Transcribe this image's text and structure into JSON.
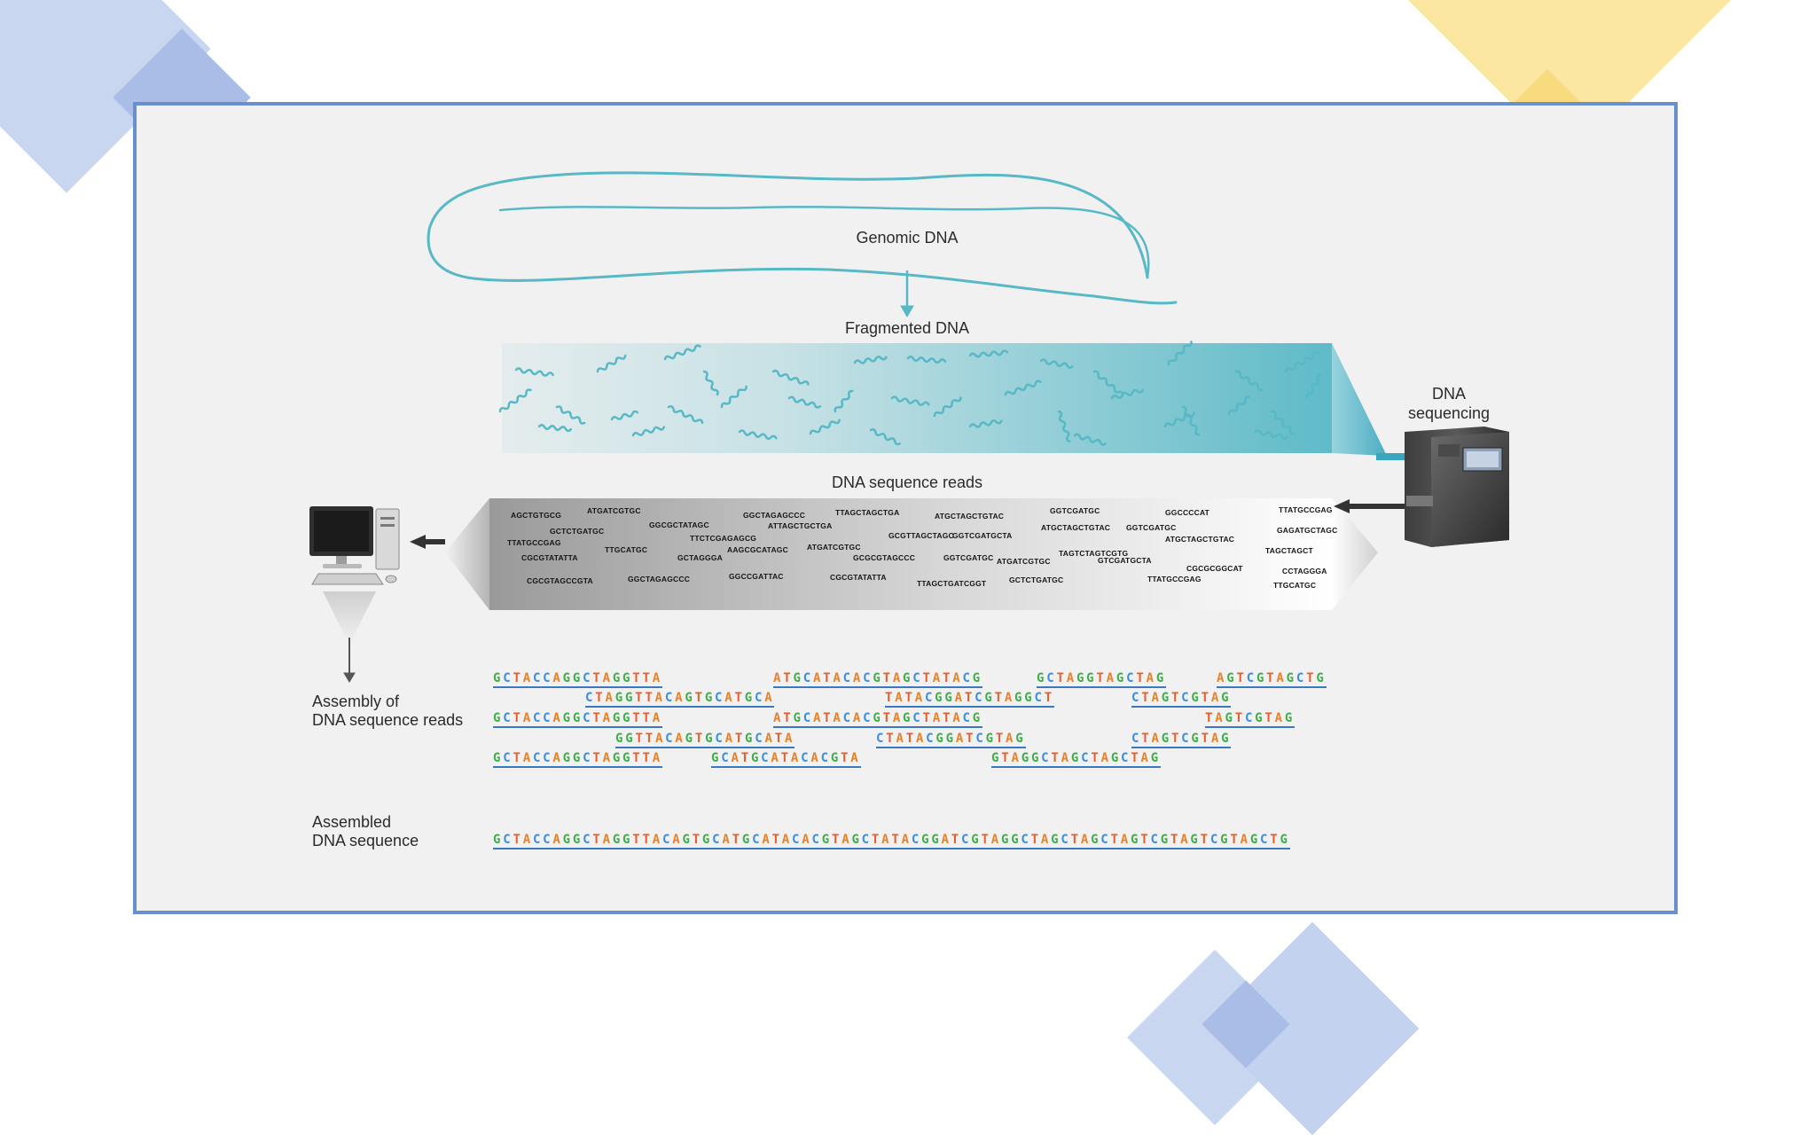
{
  "colors": {
    "frame": "#6a8fce",
    "dna": "#57b8c6",
    "deco_blue": "#c3d2ee",
    "deco_yellow": "#fbe7a2",
    "base_A": "#e8822a",
    "base_C": "#3a8ee0",
    "base_G": "#3fae49",
    "base_T": "#e55f2b"
  },
  "icons": [
    "computer-icon",
    "dna-sequencer-icon",
    "arrow-icon",
    "dna-strand-icon"
  ],
  "labels": {
    "genomic": "Genomic DNA",
    "fragmented": "Fragmented DNA",
    "sequencing": "DNA\nsequencing",
    "reads": "DNA sequence reads",
    "assembly": "Assembly of\nDNA sequence reads",
    "assembled": "Assembled\nDNA sequence"
  },
  "reads": [
    "AGCTGTGCG",
    "ATGATCGTGC",
    "GGCTAGAGCCC",
    "TTAGCTAGCTGA",
    "ATGCTAGCTGTAC",
    "GGTCGATGC",
    "GGCCCCAT",
    "TTATGCCGAG",
    "GCTCTGATGC",
    "GGCGCTATAGC",
    "ATTAGCTGCTGA",
    "GCGTTAGCTAGC",
    "GGTCGATGCTA",
    "ATGCTAGCTGTAC",
    "GGTCGATGC",
    "GAGATGCTAGC",
    "TTATGCCGAG",
    "TTCTCGAGAGCG",
    "ATGATCGTGC",
    "ATGCTAGCTGTAC",
    "TAGTCTAGTCGTG",
    "CGCGTATATTA",
    "TTGCATGC",
    "GCTAGGGA",
    "AAGCGCATAGC",
    "GCGCGTAGCCC",
    "GGTCGATGC",
    "ATGATCGTGC",
    "GTCGATGCTA",
    "CGCGCGGCAT",
    "TAGCTAGCT",
    "CGCGTAGCCGTA",
    "GGCTAGAGCCC",
    "GGCCGATTAC",
    "CGCGTATATTA",
    "TTAGCTGATCGGT",
    "GCTCTGATGC",
    "TTATGCCGAG",
    "CCTAGGGA",
    "TTGCATGC"
  ],
  "assembly_rows": [
    [
      "GCTACCAGGCTAGGTTA",
      "ATGCATACACGTAGCTATACG",
      "GCTAGGTAGCTAG",
      "AGTCGTAGCTG"
    ],
    [
      "CTAGGTTACAGTGCATGCA",
      "TATACGGATCGTAGGCT",
      "CTAGTCGTAG"
    ],
    [
      "GCTACCAGGCTAGGTTA",
      "ATGCATACACGTAGCTATACG",
      "TAGTCGTAG"
    ],
    [
      "GGTTACAGTGCATGCATA",
      "CTATACGGATCGTAG",
      "CTAGTCGTAG"
    ],
    [
      "GCTACCAGGCTAGGTTA",
      "GCATGCATACACGTA",
      "GTAGGCTAGCTAGCTAG"
    ]
  ],
  "assembled_sequence": "GCTACCAGGCTAGGTTACAGTGCATGCATACACGTAGCTATACGGATCGTAGGCTAGCTAGCTAGTCGTAGTCGTAGCTG"
}
